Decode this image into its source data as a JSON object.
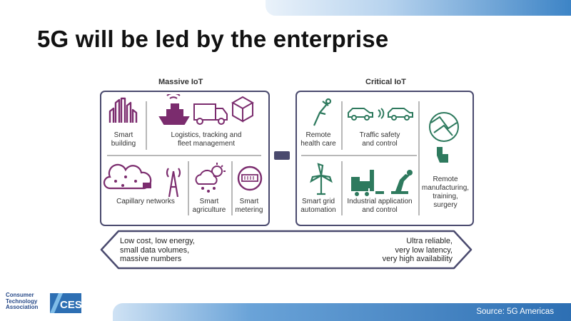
{
  "title": "5G will be led by the enterprise",
  "massive": {
    "title": "Massive IoT",
    "smart_building": "Smart\nbuilding",
    "logistics": "Logistics, tracking and\nfleet management",
    "capillary": "Capillary networks",
    "agriculture": "Smart\nagriculture",
    "metering": "Smart\nmetering"
  },
  "critical": {
    "title": "Critical IoT",
    "health": "Remote\nhealth care",
    "traffic": "Traffic safety\nand control",
    "manufacturing": "Remote\nmanufacturing,\ntraining,\nsurgery",
    "grid": "Smart grid\nautomation",
    "industrial": "Industrial application\nand control"
  },
  "arrow": {
    "left_text": "Low cost, low energy,\nsmall data volumes,\nmassive numbers",
    "right_text": "Ultra reliable,\nvery low latency,\nvery high availability"
  },
  "footer": {
    "source": "Source: 5G Americas",
    "org_logo_text": "Consumer\nTechnology\nAssociation",
    "ces_logo_text": "CES"
  },
  "colors": {
    "purple": "#7b2c6e",
    "green": "#2e7a5e",
    "frame": "#4a4a6e",
    "blue": "#2d6fb3"
  }
}
